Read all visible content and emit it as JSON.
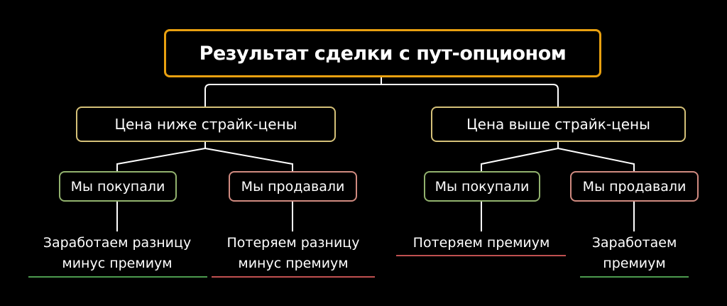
{
  "root": {
    "label": "Результат сделки с пут-опционом"
  },
  "branches": [
    {
      "label": "Цена ниже страйк-цены",
      "children": [
        {
          "label": "Мы покупали",
          "outcome_line1": "Заработаем разницу",
          "outcome_line2": "минус премиум",
          "outcome_type": "profit"
        },
        {
          "label": "Мы продавали",
          "outcome_line1": "Потеряем разницу",
          "outcome_line2": "минус премиум",
          "outcome_type": "loss"
        }
      ]
    },
    {
      "label": "Цена выше страйк-цены",
      "children": [
        {
          "label": "Мы покупали",
          "outcome_line1": "Потеряем премиум",
          "outcome_line2": "",
          "outcome_type": "loss"
        },
        {
          "label": "Мы продавали",
          "outcome_line1": "Заработаем",
          "outcome_line2": "премиум",
          "outcome_type": "profit"
        }
      ]
    }
  ],
  "colors": {
    "background": "#000000",
    "root_border": "#E8A010",
    "level2_border": "#D4C078",
    "buy_border": "#92B26E",
    "sell_border": "#D08A80",
    "profit_underline": "#4C9A4E",
    "loss_underline": "#C05050",
    "connector": "#FFFFFF"
  }
}
